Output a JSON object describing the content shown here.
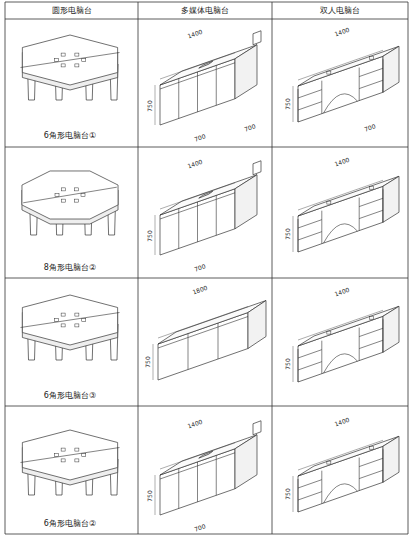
{
  "diagram": {
    "nodes": [
      {
        "text": [
          "圆形电脑台"
        ]
      },
      {
        "text": [
          "多媒体电脑台"
        ]
      },
      {
        "text": [
          "双人电脑台"
        ]
      }
    ],
    "labels": [
      "6角形电脑台①",
      "8角形电脑台②",
      "6角形电脑台③",
      "6角形电脑台②",
      "1400",
      "750",
      "700",
      "700",
      "1400",
      "750",
      "700",
      "1400",
      "750",
      "700",
      "1400",
      "750",
      "1800",
      "750",
      "1400",
      "750",
      "1400",
      "750",
      "700",
      "1400",
      "750"
    ]
  }
}
